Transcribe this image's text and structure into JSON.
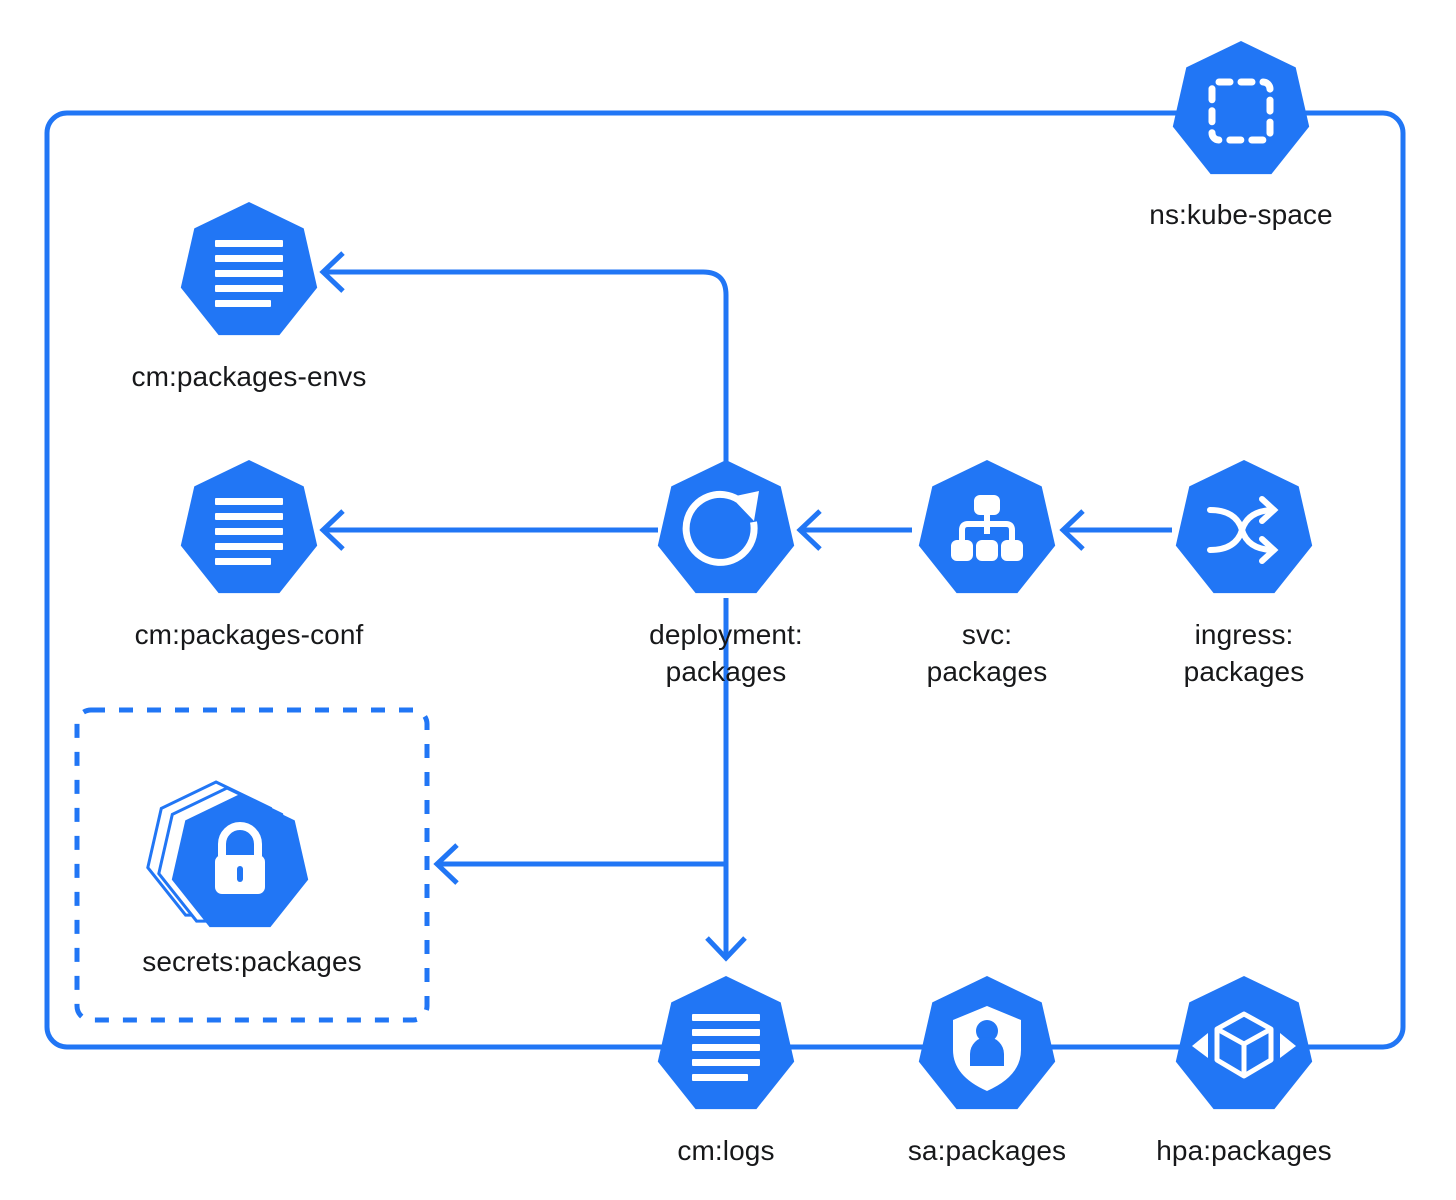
{
  "diagram": {
    "type": "kubernetes-resource-graph",
    "accent_color": "#2176F5",
    "label_color": "#17181A",
    "background_color": "#FFFFFF",
    "namespace_group": {
      "name": "ns:kube-space",
      "style": "solid-rounded-border"
    },
    "secrets_group": {
      "style": "dashed-rounded-border"
    },
    "nodes": [
      {
        "id": "ns",
        "label": "ns:kube-space",
        "icon": "namespace-dashed-square-icon",
        "shape": "heptagon"
      },
      {
        "id": "cm-envs",
        "label": "cm:packages-envs",
        "icon": "configmap-lines-icon",
        "shape": "heptagon"
      },
      {
        "id": "cm-conf",
        "label": "cm:packages-conf",
        "icon": "configmap-lines-icon",
        "shape": "heptagon"
      },
      {
        "id": "deployment",
        "label": "deployment:\npackages",
        "icon": "deployment-refresh-icon",
        "shape": "heptagon"
      },
      {
        "id": "svc",
        "label": "svc:\npackages",
        "icon": "service-tree-icon",
        "shape": "heptagon"
      },
      {
        "id": "ingress",
        "label": "ingress:\npackages",
        "icon": "ingress-shuffle-icon",
        "shape": "heptagon"
      },
      {
        "id": "secrets",
        "label": "secrets:packages",
        "icon": "secret-lock-stack-icon",
        "shape": "heptagon-stack"
      },
      {
        "id": "cm-logs",
        "label": "cm:logs",
        "icon": "configmap-lines-icon",
        "shape": "heptagon"
      },
      {
        "id": "sa",
        "label": "sa:packages",
        "icon": "serviceaccount-shield-person-icon",
        "shape": "heptagon"
      },
      {
        "id": "hpa",
        "label": "hpa:packages",
        "icon": "hpa-scaling-cube-icon",
        "shape": "heptagon"
      }
    ],
    "edges": [
      {
        "from": "ingress",
        "to": "svc",
        "arrow": "left",
        "style": "solid"
      },
      {
        "from": "svc",
        "to": "deployment",
        "arrow": "left",
        "style": "solid"
      },
      {
        "from": "deployment",
        "to": "cm-conf",
        "arrow": "left",
        "style": "solid"
      },
      {
        "from": "deployment",
        "to": "cm-envs",
        "arrow": "left",
        "style": "solid"
      },
      {
        "from": "deployment",
        "to": "secrets",
        "arrow": "left",
        "style": "solid"
      },
      {
        "from": "deployment",
        "to": "cm-logs",
        "arrow": "down",
        "style": "solid"
      }
    ]
  }
}
